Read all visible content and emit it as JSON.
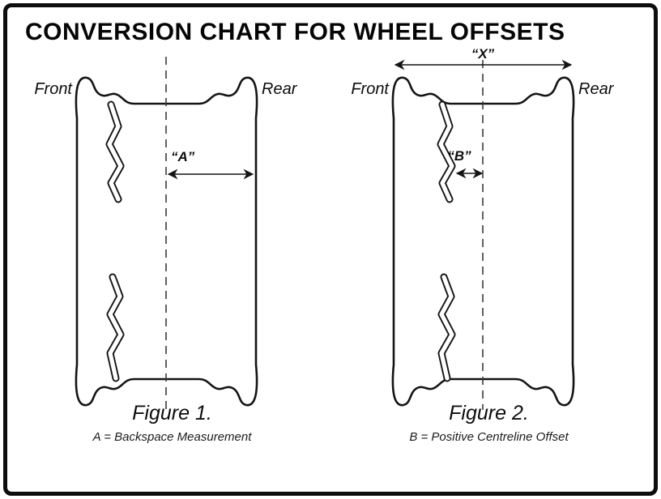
{
  "title": "CONVERSION CHART FOR WHEEL OFFSETS",
  "figures": [
    {
      "front": "Front",
      "rear": "Rear",
      "dim": "“A”",
      "caption": "Figure 1.",
      "legend": "A = Backspace Measurement"
    },
    {
      "front": "Front",
      "rear": "Rear",
      "dim": "“B”",
      "width_dim": "“X”",
      "caption": "Figure 2.",
      "legend": "B = Positive Centreline Offset"
    }
  ]
}
